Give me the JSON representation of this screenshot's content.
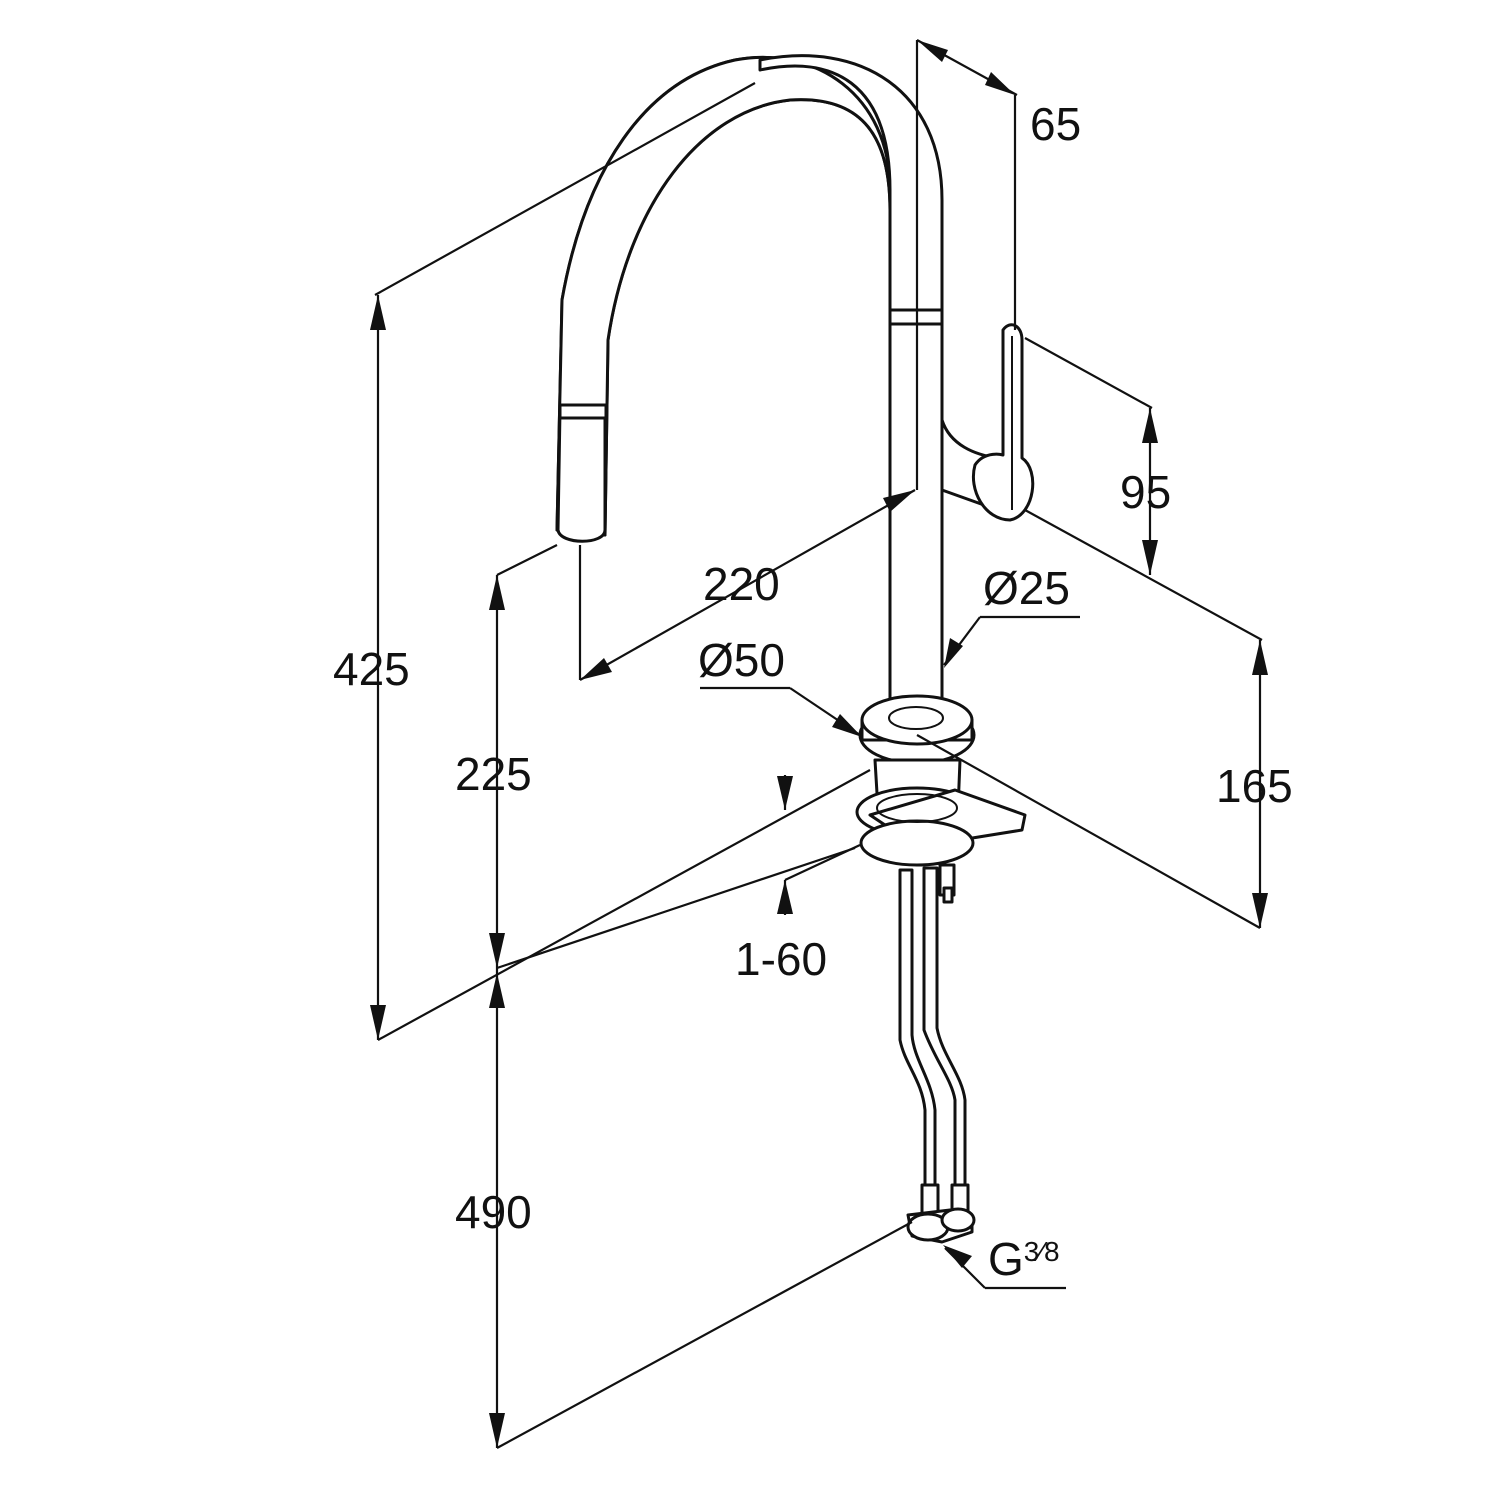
{
  "dimensions": {
    "d65": "65",
    "d95": "95",
    "d220": "220",
    "d25": "Ø25",
    "d50": "Ø50",
    "d425": "425",
    "d225": "225",
    "d165": "165",
    "d160": "1-60",
    "d490": "490",
    "thread_prefix": "G",
    "thread_fraction": "3⁄8"
  }
}
